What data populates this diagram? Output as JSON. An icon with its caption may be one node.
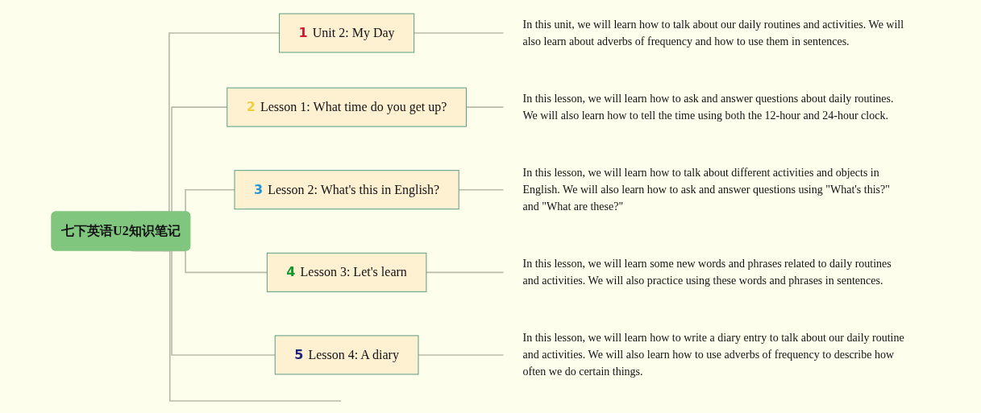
{
  "diagram": {
    "nodes": [
      {
        "text": [
          "七下英语U2知识笔记"
        ]
      },
      {
        "text": [
          "1",
          "Unit 2: My Day"
        ]
      },
      {
        "text": [
          "2",
          "Lesson 1: What time do you get up?"
        ]
      },
      {
        "text": [
          "3",
          "Lesson 2: What's this in English?"
        ]
      },
      {
        "text": [
          "4",
          "Lesson 3: Let's learn"
        ]
      },
      {
        "text": [
          "5",
          "Lesson 4: A diary"
        ]
      },
      {
        "text": [
          "In this unit, we will learn how to talk about our daily routines and activities. We will also learn about adverbs of frequency and how to use them in sentences."
        ]
      },
      {
        "text": [
          "In this lesson, we will learn how to ask and answer questions about daily routines. We will also learn how to tell the time using both the 12-hour and 24-hour clock."
        ]
      },
      {
        "text": [
          "In this lesson, we will learn how to talk about different activities and objects in English. We will also learn how to ask and answer questions using \"What's this?\" and \"What are these?\""
        ]
      },
      {
        "text": [
          "In this lesson, we will learn some new words and phrases related to daily routines and activities. We will also practice using these words and phrases in sentences."
        ]
      },
      {
        "text": [
          "In this lesson, we will learn how to write a diary entry to talk about our daily routine and activities. We will also learn how to use adverbs of frequency to describe how often we do certain things."
        ]
      }
    ],
    "edges": [
      {
        "from": 0,
        "to": 1,
        "arrow": "none"
      },
      {
        "from": 0,
        "to": 2,
        "arrow": "none"
      },
      {
        "from": 0,
        "to": 3,
        "arrow": "none"
      },
      {
        "from": 0,
        "to": 4,
        "arrow": "none"
      },
      {
        "from": 0,
        "to": 5,
        "arrow": "none"
      },
      {
        "from": 0,
        "to": null,
        "arrow": "none"
      },
      {
        "from": 1,
        "to": 6,
        "arrow": "none"
      },
      {
        "from": 2,
        "to": 7,
        "arrow": "none"
      },
      {
        "from": 3,
        "to": 8,
        "arrow": "none"
      },
      {
        "from": 4,
        "to": 9,
        "arrow": "none"
      },
      {
        "from": 5,
        "to": 10,
        "arrow": "none"
      }
    ]
  }
}
